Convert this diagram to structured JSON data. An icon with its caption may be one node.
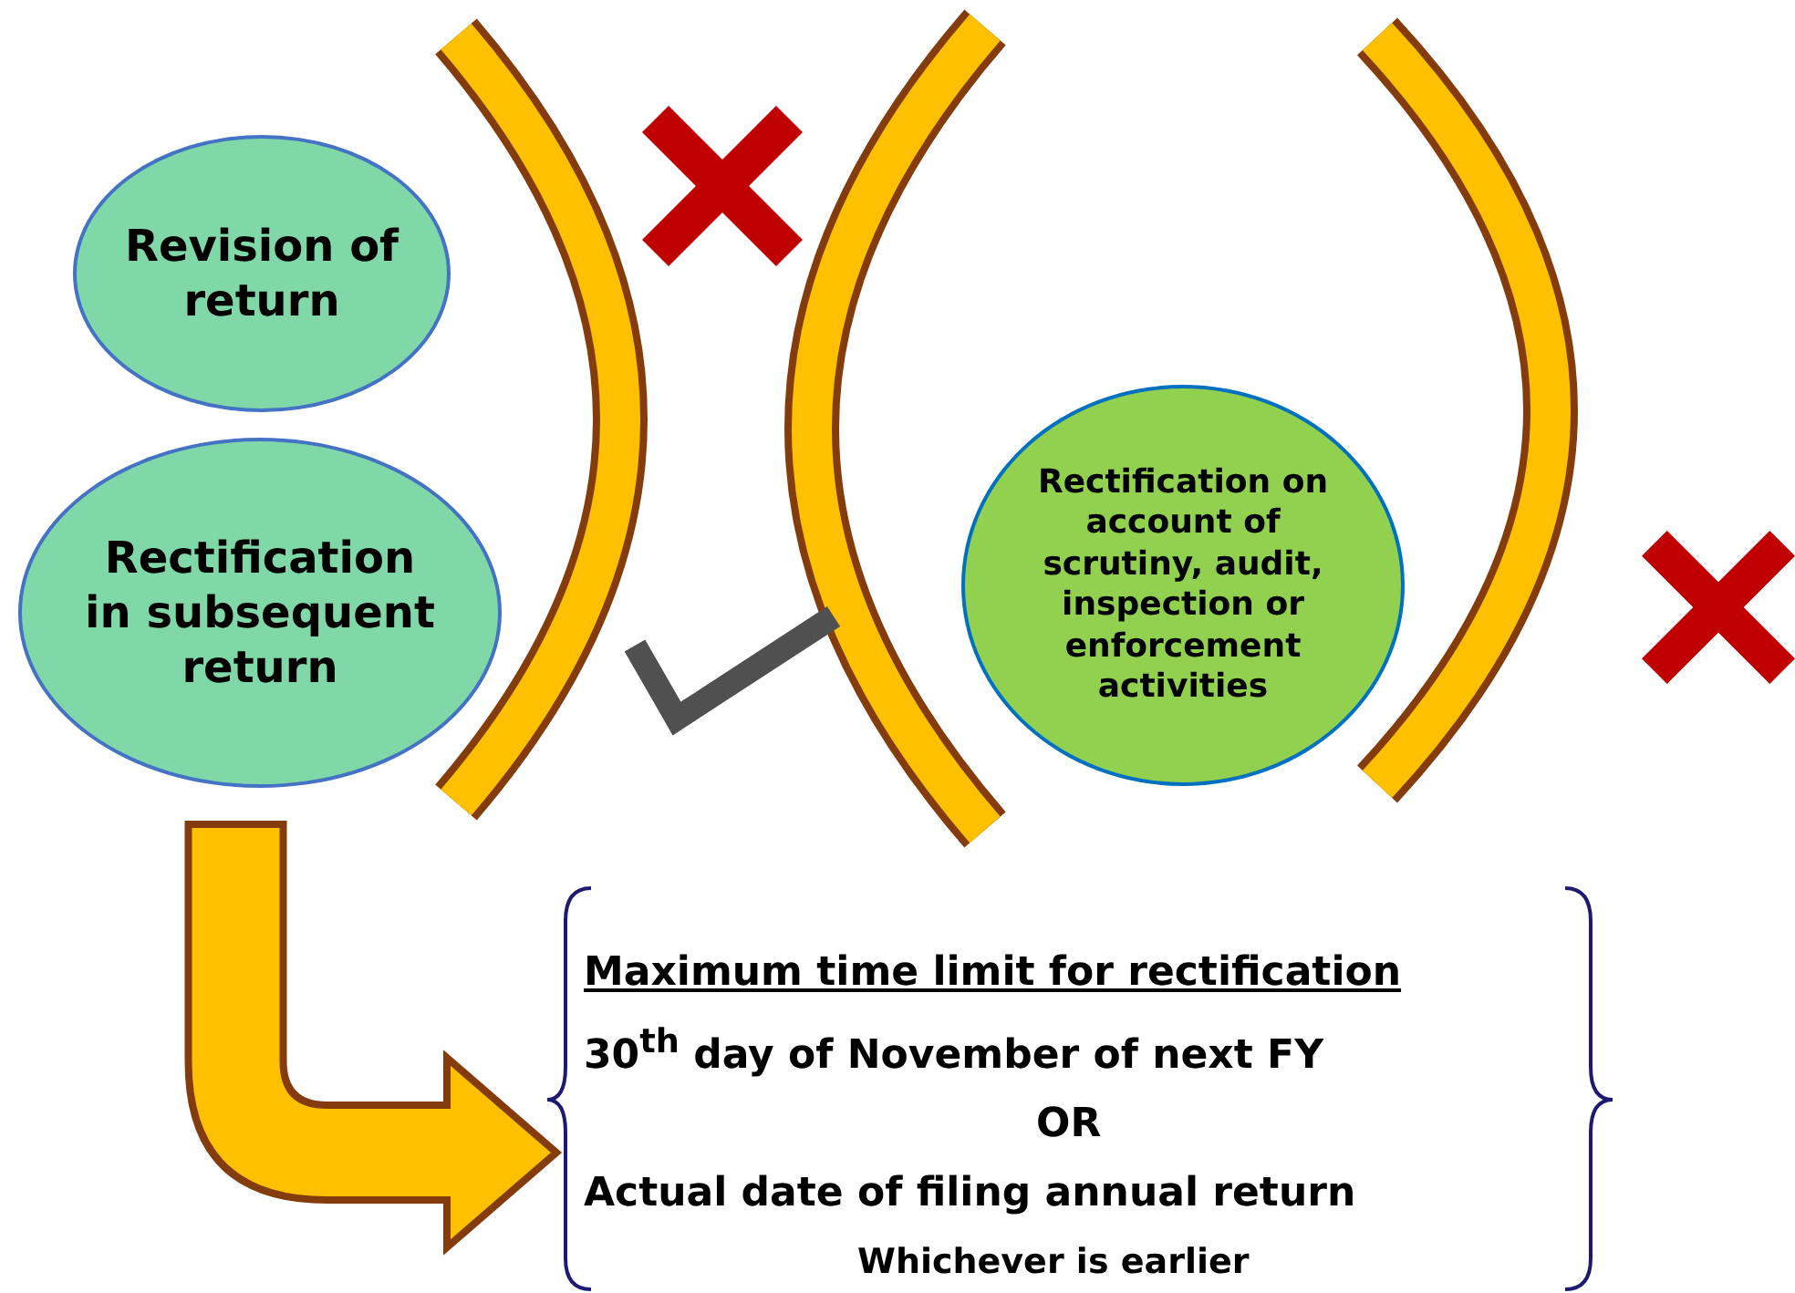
{
  "diagram": {
    "nodes": [
      {
        "text": [
          "Revision of return"
        ]
      },
      {
        "text": [
          "Rectification in subsequent return"
        ]
      },
      {
        "text": [
          "Rectification on account of scrutiny, audit, inspection or enforcement activities"
        ]
      },
      {
        "text": [
          "Maximum time limit for rectification",
          "30$^{th}$ day of November of next FY",
          "OR",
          "Actual date of filing annual return",
          "Whichever is earlier"
        ]
      }
    ],
    "edges": [
      {
        "from": 1,
        "to": 3,
        "arrow": "to",
        "style": "thick",
        "color": "#ffc000"
      }
    ]
  }
}
